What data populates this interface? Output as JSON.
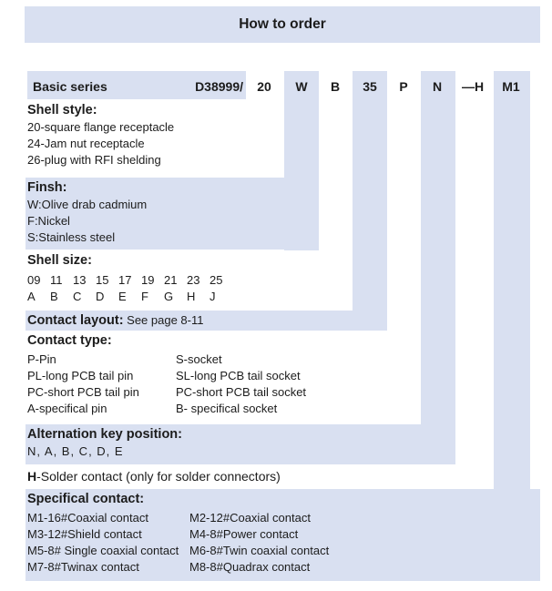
{
  "title": "How to order",
  "colors": {
    "highlight": "#d9e0f1",
    "text": "#1c1c1c",
    "background": "#ffffff"
  },
  "order_row": {
    "label": "Basic series",
    "prefix": "D38999/",
    "codes": [
      {
        "text": "20",
        "highlighted": false
      },
      {
        "text": "W",
        "highlighted": true
      },
      {
        "text": "B",
        "highlighted": false
      },
      {
        "text": "35",
        "highlighted": true
      },
      {
        "text": "P",
        "highlighted": false
      },
      {
        "text": "N",
        "highlighted": true
      },
      {
        "text": "—H",
        "highlighted": false
      },
      {
        "text": "M1",
        "highlighted": true
      }
    ]
  },
  "sections": {
    "shell_style": {
      "title": "Shell style：",
      "items": [
        "20-square flange receptacle",
        "24-Jam nut receptacle",
        "26-plug with RFI shelding"
      ]
    },
    "finish": {
      "title": "Finsh：",
      "items": [
        "W:Olive drab cadmium",
        "F:Nickel",
        "S:Stainless steel"
      ]
    },
    "shell_size": {
      "title": "Shell size：",
      "sizes": [
        "09",
        "11",
        "13",
        "15",
        "17",
        "19",
        "21",
        "23",
        "25"
      ],
      "letters": [
        "A",
        "B",
        "C",
        "D",
        "E",
        "F",
        "G",
        "H",
        "J"
      ]
    },
    "contact_layout": {
      "title": "Contact layout:",
      "note": "See page  8-11"
    },
    "contact_type": {
      "title": "Contact type:",
      "rows": [
        {
          "left": "P-Pin",
          "right": "S-socket"
        },
        {
          "left": "PL-long PCB tail  pin",
          "right": "SL-long PCB tail socket"
        },
        {
          "left": "PC-short PCB tail pin",
          "right": "PC-short PCB tail socket"
        },
        {
          "left": "A-specifical pin",
          "right": "B- specifical socket"
        }
      ]
    },
    "alternation_key": {
      "title": "Alternation key position:",
      "options": "N、A、B、C、D、E"
    },
    "solder_contact": {
      "bold": "H",
      "rest": "-Solder contact (only for solder connectors）"
    },
    "specifical_contact": {
      "title": "Specifical contact：",
      "rows": [
        {
          "left": "M1-16#Coaxial contact",
          "right": "M2-12#Coaxial contact"
        },
        {
          "left": "M3-12#Shield contact",
          "right": "M4-8#Power contact"
        },
        {
          "left": "M5-8# Single coaxial contact",
          "right": "M6-8#Twin coaxial contact"
        },
        {
          "left": "M7-8#Twinax contact",
          "right": "M8-8#Quadrax contact"
        }
      ]
    }
  }
}
